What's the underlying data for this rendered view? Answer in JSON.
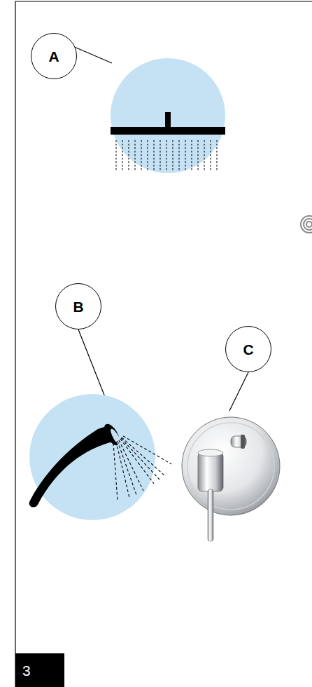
{
  "diagram": {
    "nodes": [
      {
        "text": [
          "A"
        ]
      },
      {
        "text": [
          "B"
        ]
      },
      {
        "text": [
          "C"
        ]
      },
      {
        "text": [
          "3"
        ]
      }
    ]
  }
}
